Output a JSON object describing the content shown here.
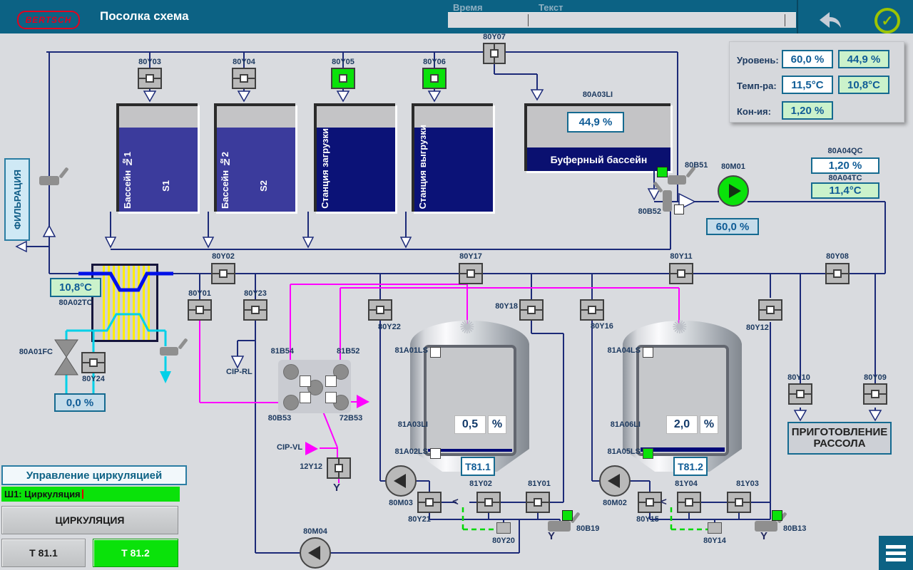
{
  "header": {
    "logo": "BERTSCH",
    "title": "Посолка схема",
    "time_label": "Время",
    "text_label": "Текст"
  },
  "status_panel": {
    "level_label": "Уровень:",
    "level_sp": "60,0 %",
    "level_pv": "44,9 %",
    "temp_label": "Темп-ра:",
    "temp_sp": "11,5°C",
    "temp_pv": "10,8°C",
    "conc_label": "Кон-ия:",
    "conc_pv": "1,20 %"
  },
  "pools": {
    "p1": "Бассейн №1",
    "p1_id": "S1",
    "p2": "Бассейн №2",
    "p2_id": "S2",
    "p3": "Станция загрузки",
    "p4": "Станция выгрузки"
  },
  "buffer": {
    "tag": "80A03LI",
    "level": "44,9 %",
    "name": "Буферный бассейн"
  },
  "filter_label": "ФИЛЬРАЦИЯ",
  "brine": {
    "line1": "ПРИГОТОВЛЕНИЕ",
    "line2": "РАССОЛА"
  },
  "control": {
    "title": "Управление циркуляцией",
    "step": "Ш1: Циркуляция",
    "mode": "ЦИРКУЛЯЦИЯ",
    "t1": "T 81.1",
    "t2": "T 81.2"
  },
  "valves": {
    "y03": "80Y03",
    "y04": "80Y04",
    "y05": "80Y05",
    "y06": "80Y06",
    "y07": "80Y07",
    "y02": "80Y02",
    "y17": "80Y17",
    "y11": "80Y11",
    "y08": "80Y08",
    "y01": "80Y01",
    "y23": "80Y23",
    "y22": "80Y22",
    "y18": "80Y18",
    "y16": "80Y16",
    "y12": "80Y12",
    "y10": "80Y10",
    "y09": "80Y09",
    "y24": "80Y24",
    "y21": "80Y21",
    "y20": "80Y20",
    "y15": "80Y15",
    "y14": "80Y14",
    "y81_02": "81Y02",
    "y81_01": "81Y01",
    "y81_04": "81Y04",
    "y81_03": "81Y03",
    "y12y12": "12Y12"
  },
  "manual_valves": {
    "b51": "80B51",
    "b52": "80B52",
    "b19": "80B19",
    "b13": "80B13"
  },
  "pumps": {
    "m01": "80M01",
    "m02": "80M02",
    "m03": "80M03",
    "m04": "80M04",
    "m01_speed": "60,0 %"
  },
  "instruments": {
    "a02tc_tag": "80A02TC",
    "a02tc": "10,8°C",
    "a01fc_tag": "80A01FC",
    "a01fc": "0,0 %",
    "a04qc_tag": "80A04QC",
    "a04qc": "1,20 %",
    "a04tc_tag": "80A04TC",
    "a04tc": "11,4°C"
  },
  "cip": {
    "rl": "CIP-RL",
    "vl": "CIP-VL"
  },
  "block": {
    "tl": "81B54",
    "tr": "81B52",
    "bl": "80B53",
    "br": "72B53"
  },
  "tank1": {
    "label": "T81.1",
    "value": "0,5",
    "unit": "%",
    "ls_top": "81A01LS",
    "li": "81A03LI",
    "ls_bot": "81A02LS"
  },
  "tank2": {
    "label": "T81.2",
    "value": "2,0",
    "unit": "%",
    "ls_top": "81A04LS",
    "li": "81A06LI",
    "ls_bot": "81A05LS"
  },
  "icons": {
    "spray": "✺",
    "check": "✓",
    "flow_left": "<",
    "drain": "Y"
  },
  "colors": {
    "header": "#0c6284",
    "active_green": "#0ae20a",
    "pipe_navy": "#1c2a78",
    "cip_magenta": "#ff00ff",
    "coolant_cyan": "#00d0e8",
    "hot_blue": "#0010e8",
    "value_text": "#0f5c96",
    "ok_ring": "#9cc400"
  }
}
